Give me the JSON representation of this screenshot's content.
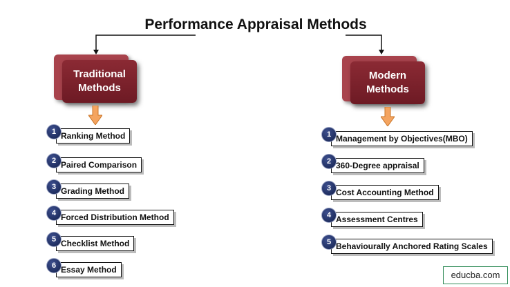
{
  "title": "Performance Appraisal Methods",
  "traditional": {
    "label_line1": "Traditional",
    "label_line2": "Methods",
    "items": [
      {
        "num": "1",
        "label": "Ranking Method"
      },
      {
        "num": "2",
        "label": "Paired Comparison"
      },
      {
        "num": "3",
        "label": "Grading Method"
      },
      {
        "num": "4",
        "label": "Forced Distribution Method"
      },
      {
        "num": "5",
        "label": "Checklist Method"
      },
      {
        "num": "6",
        "label": "Essay Method"
      }
    ]
  },
  "modern": {
    "label_line1": "Modern",
    "label_line2": "Methods",
    "items": [
      {
        "num": "1",
        "label": "Management by Objectives(MBO)"
      },
      {
        "num": "2",
        "label": "360-Degree appraisal"
      },
      {
        "num": "3",
        "label": "Cost Accounting Method"
      },
      {
        "num": "4",
        "label": "Assessment Centres"
      },
      {
        "num": "5",
        "label": "Behaviourally Anchored Rating Scales"
      }
    ]
  },
  "brand": "educba.com",
  "colors": {
    "category_box": "#7a1f2b",
    "arrow": "#f4a460",
    "number_badge": "#1b2a5e",
    "brand_border": "#2e8b57"
  }
}
